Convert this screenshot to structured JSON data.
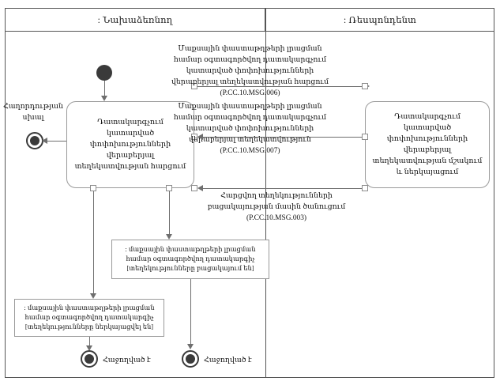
{
  "diagram": {
    "title": "UML activity diagram",
    "lanes": [
      {
        "id": "initiator",
        "header": ": Նախաձեռնող"
      },
      {
        "id": "respondent",
        "header": ": Ռեսպոնդենտ"
      }
    ],
    "activities": [
      {
        "id": "request-activity",
        "lane": "initiator",
        "text": "Դատակարգչում կատարված փոփոխությունների վերաբերյալ տեղեկատվության հարցում"
      },
      {
        "id": "process-activity",
        "lane": "respondent",
        "text": "Դատակարգչում կատարված փոփոխությունների վերաբերյալ տեղեկատվության մշակում և ներկայացում"
      }
    ],
    "objects": [
      {
        "id": "object-absent",
        "text": ": մաքսային փաստաթղթերի լրացման համար օգտագործվող դատակարգիչ [տեղեկությունները բացակայում են]"
      },
      {
        "id": "object-presented",
        "text": ": մաքսային փաստաթղթերի լրացման համար օգտագործվող դատակարգիչ [տեղեկությունները ներկայացվել են]"
      }
    ],
    "flow_labels": [
      {
        "id": "msg-006",
        "text": "Մաքսային փաստաթղթերի լրացման համար օգտագործվող դատակարգչում կատարված փոփոխությունների վերաբերյալ տեղեկատվության հարցում",
        "message_id": "(P.CC.10.MSG.006)"
      },
      {
        "id": "msg-007",
        "text": "Մաքսային փաստաթղթերի լրացման համար օգտագործվող դատակարգչում կատարված փոփոխությունների վերաբերյալ տեղեկատվություն",
        "message_id": "(P.CC.10.MSG.007)"
      },
      {
        "id": "msg-003",
        "text": "Հարցվող տեղեկությունների բացակայության մասին ծանուցում (P.CC.10.MSG.003)",
        "message_id": ""
      }
    ],
    "end_labels": [
      {
        "id": "error-end",
        "text": "Հաղորդության սխալ"
      },
      {
        "id": "success-end-left",
        "text": "Հաջողված է"
      },
      {
        "id": "success-end-right",
        "text": "Հաջողված է"
      }
    ],
    "colors": {
      "frame": "#555555",
      "shape_border": "#9a9a9a",
      "connector": "#6e6e6e",
      "node_fill": "#3a3a3a",
      "background": "#ffffff"
    }
  }
}
